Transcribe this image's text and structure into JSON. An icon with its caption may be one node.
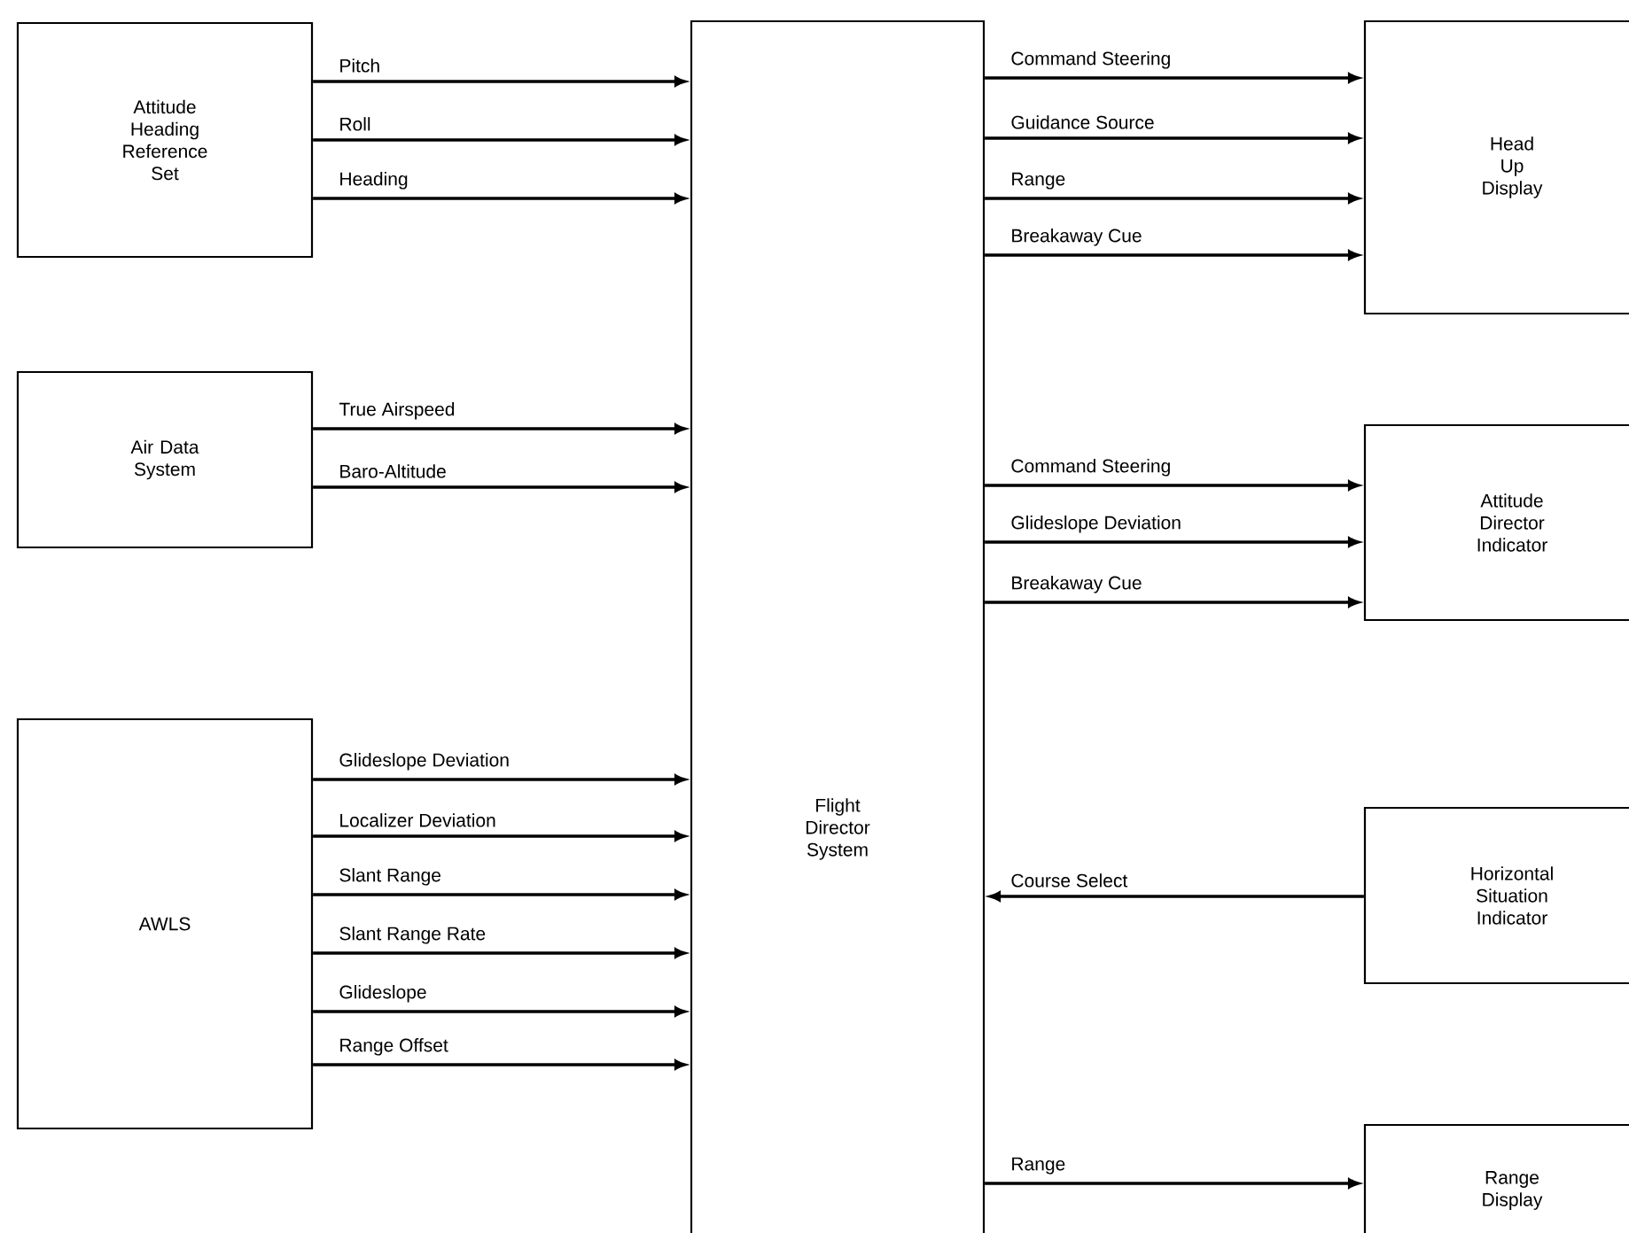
{
  "diagram": {
    "nodes": [
      {
        "text": [
          "Attitude Heading Reference Set"
        ]
      },
      {
        "text": [
          "Air Data System"
        ]
      },
      {
        "text": [
          "AWLS"
        ]
      },
      {
        "text": [
          "Flight Director System"
        ]
      },
      {
        "text": [
          "Head Up Display"
        ]
      },
      {
        "text": [
          "Attitude Director Indicator"
        ]
      },
      {
        "text": [
          "Horizontal Situation Indicator"
        ]
      },
      {
        "text": [
          "Range Display"
        ]
      }
    ],
    "edges": [
      {
        "from": 0,
        "to": 3,
        "arrow": "to",
        "label": "Pitch"
      },
      {
        "from": 0,
        "to": 3,
        "arrow": "to",
        "label": "Roll"
      },
      {
        "from": 0,
        "to": 3,
        "arrow": "to",
        "label": "Heading"
      },
      {
        "from": 1,
        "to": 3,
        "arrow": "to",
        "label": "True Airspeed"
      },
      {
        "from": 1,
        "to": 3,
        "arrow": "to",
        "label": "Baro-Altitude"
      },
      {
        "from": 2,
        "to": 3,
        "arrow": "to",
        "label": "Glideslope Deviation"
      },
      {
        "from": 2,
        "to": 3,
        "arrow": "to",
        "label": "Localizer Deviation"
      },
      {
        "from": 2,
        "to": 3,
        "arrow": "to",
        "label": "Slant Range"
      },
      {
        "from": 2,
        "to": 3,
        "arrow": "to",
        "label": "Slant Range Rate"
      },
      {
        "from": 2,
        "to": 3,
        "arrow": "to",
        "label": "Glideslope"
      },
      {
        "from": 2,
        "to": 3,
        "arrow": "to",
        "label": "Range Offset"
      },
      {
        "from": 3,
        "to": 4,
        "arrow": "to",
        "label": "Command Steering"
      },
      {
        "from": 3,
        "to": 4,
        "arrow": "to",
        "label": "Guidance Source"
      },
      {
        "from": 3,
        "to": 4,
        "arrow": "to",
        "label": "Range"
      },
      {
        "from": 3,
        "to": 4,
        "arrow": "to",
        "label": "Breakaway Cue"
      },
      {
        "from": 3,
        "to": 5,
        "arrow": "to",
        "label": "Command Steering"
      },
      {
        "from": 3,
        "to": 5,
        "arrow": "to",
        "label": "Glideslope Deviation"
      },
      {
        "from": 3,
        "to": 5,
        "arrow": "to",
        "label": "Breakaway Cue"
      },
      {
        "from": 6,
        "to": 3,
        "arrow": "to",
        "label": "Course Select"
      },
      {
        "from": 3,
        "to": 7,
        "arrow": "to",
        "label": "Range"
      }
    ]
  }
}
